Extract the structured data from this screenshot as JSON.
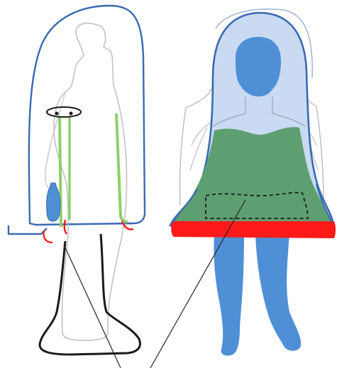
{
  "figure": {
    "views": [
      {
        "id": "side-view",
        "shows": [
          "person-outline",
          "enclosure",
          "straps",
          "bottle",
          "hook",
          "floor-loop"
        ]
      },
      {
        "id": "front-view",
        "shows": [
          "person-silhouette",
          "enclosure",
          "seat",
          "foot-rim",
          "dashed-pocket"
        ]
      }
    ],
    "colors": {
      "enclosure_outline": "#3a6ab0",
      "enclosure_fill": "#c9daf2",
      "body_blue": "#4f8fd6",
      "panel_green": "#5e9f72",
      "strap_green": "#8fd06a",
      "rim_red": "#ff1a1a",
      "loop_black": "#1a1a1a",
      "sketch_gray": "#b8b8b8",
      "leader_line": "#222222"
    },
    "leader_lines": 2
  }
}
